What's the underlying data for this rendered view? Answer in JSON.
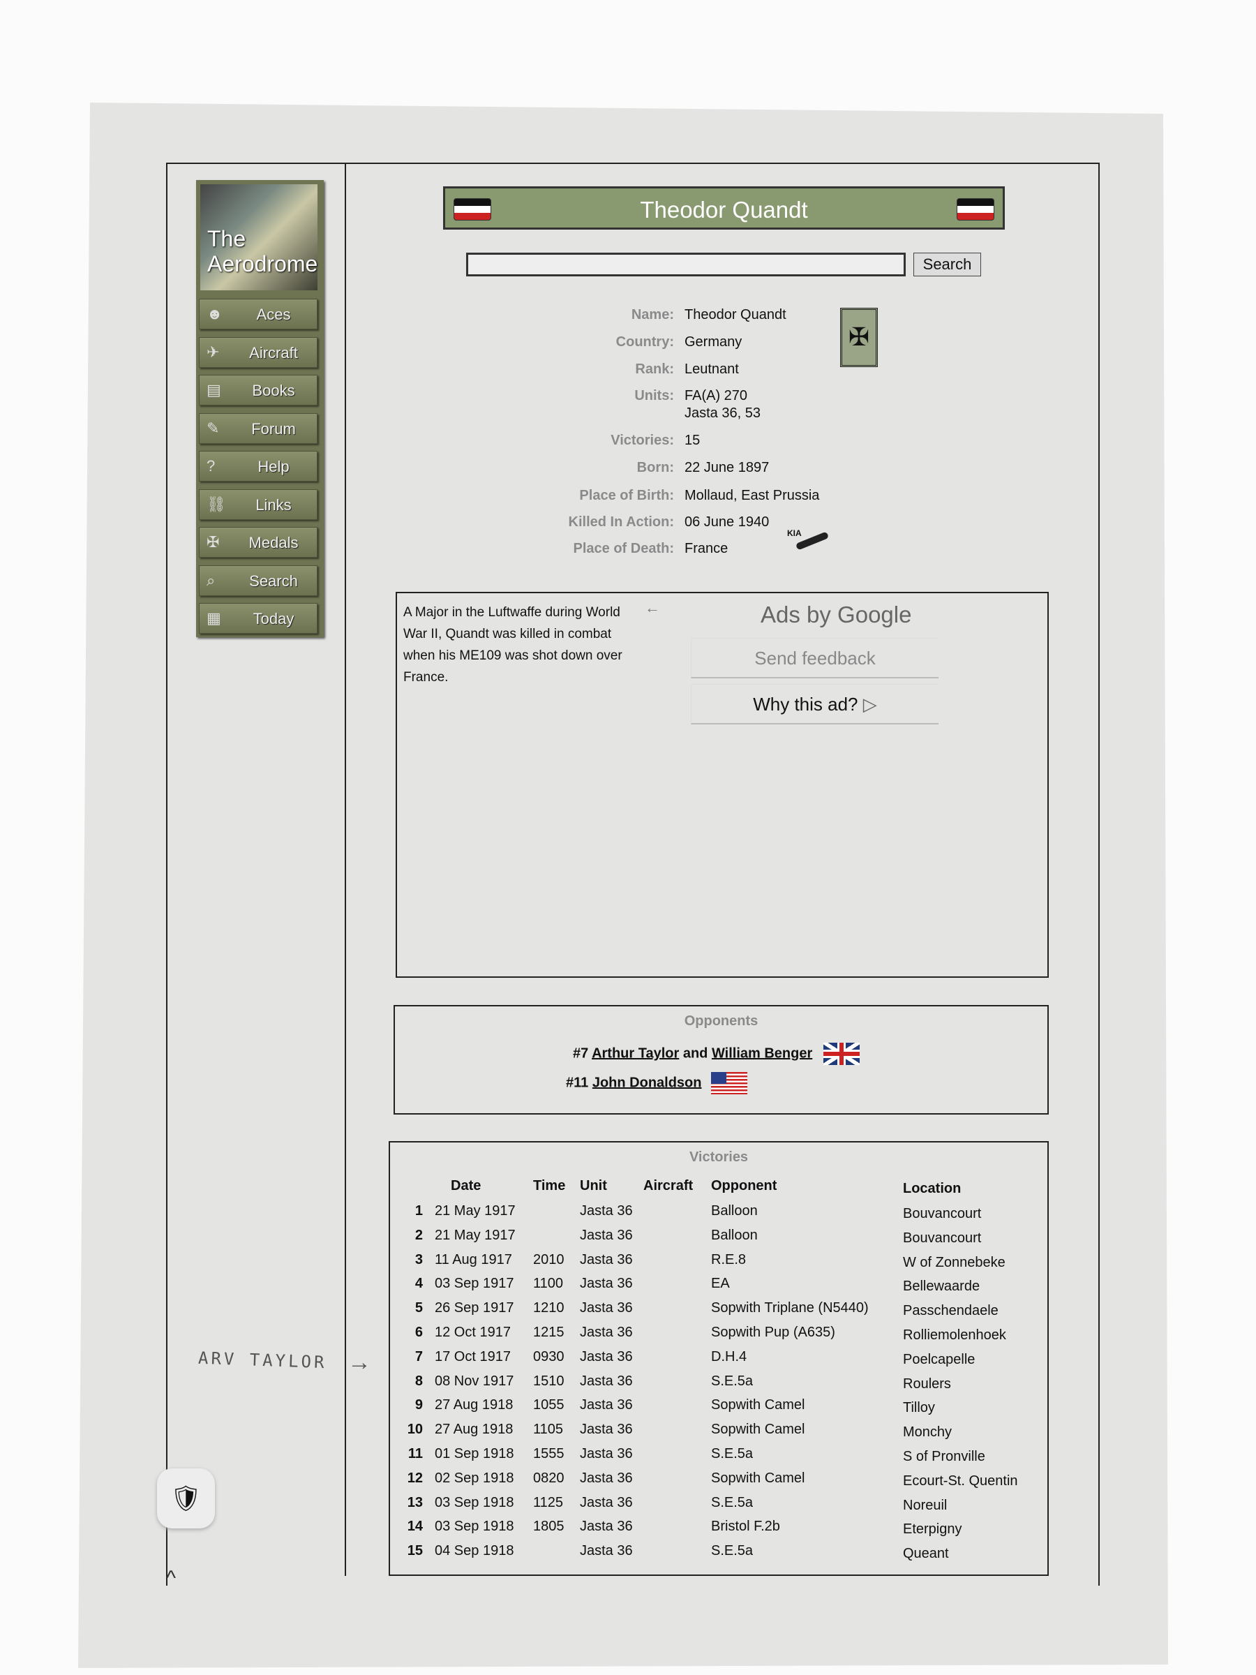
{
  "sidebar": {
    "logo": "The Aerodrome",
    "items": [
      {
        "label": "Aces",
        "icon": "pilot-icon",
        "glyph": "☻"
      },
      {
        "label": "Aircraft",
        "icon": "airplane-icon",
        "glyph": "✈"
      },
      {
        "label": "Books",
        "icon": "book-icon",
        "glyph": "▤"
      },
      {
        "label": "Forum",
        "icon": "pen-icon",
        "glyph": "✎"
      },
      {
        "label": "Help",
        "icon": "help-icon",
        "glyph": "?"
      },
      {
        "label": "Links",
        "icon": "chain-link-icon",
        "glyph": "⛓"
      },
      {
        "label": "Medals",
        "icon": "medal-icon",
        "glyph": "✠"
      },
      {
        "label": "Search",
        "icon": "magnifier-icon",
        "glyph": "⌕"
      },
      {
        "label": "Today",
        "icon": "calendar-icon",
        "glyph": "▦"
      }
    ]
  },
  "header": {
    "title": "Theodor Quandt"
  },
  "search": {
    "value": "",
    "button": "Search"
  },
  "profile": [
    {
      "label": "Name:",
      "value": "Theodor Quandt"
    },
    {
      "label": "Country:",
      "value": "Germany"
    },
    {
      "label": "Rank:",
      "value": "Leutnant"
    },
    {
      "label": "Units:",
      "value": "FA(A) 270",
      "value2": "Jasta 36, 53"
    },
    {
      "label": "Victories:",
      "value": "15"
    },
    {
      "label": "Born:",
      "value": "22 June 1897"
    },
    {
      "label": "Place of Birth:",
      "value": "Mollaud, East Prussia"
    },
    {
      "label": "Killed In Action:",
      "value": "06 June 1940"
    },
    {
      "label": "Place of Death:",
      "value": "France"
    }
  ],
  "kia_badge": "KIA",
  "bio": "A Major in the Luftwaffe during World War II, Quandt was killed in combat when his ME109 was shot down over France.",
  "ads": {
    "title": "Ads by Google",
    "feedback": "Send feedback",
    "why": "Why this ad?"
  },
  "opponents": {
    "title": "Opponents",
    "rows": [
      {
        "num": "#7",
        "names": [
          "Arthur Taylor",
          "William Benger"
        ],
        "joiner": "and",
        "flag": "uk"
      },
      {
        "num": "#11",
        "names": [
          "John Donaldson"
        ],
        "flag": "us"
      }
    ]
  },
  "victories": {
    "title": "Victories",
    "columns": [
      "Date",
      "Time",
      "Unit",
      "Aircraft",
      "Opponent",
      "Location"
    ],
    "rows": [
      [
        "1",
        "21 May 1917",
        "",
        "Jasta 36",
        "",
        "Balloon",
        "Bouvancourt"
      ],
      [
        "2",
        "21 May 1917",
        "",
        "Jasta 36",
        "",
        "Balloon",
        "Bouvancourt"
      ],
      [
        "3",
        "11 Aug 1917",
        "2010",
        "Jasta 36",
        "",
        "R.E.8",
        "W of Zonnebeke"
      ],
      [
        "4",
        "03 Sep 1917",
        "1100",
        "Jasta 36",
        "",
        "EA",
        "Bellewaarde"
      ],
      [
        "5",
        "26 Sep 1917",
        "1210",
        "Jasta 36",
        "",
        "Sopwith Triplane (N5440)",
        "Passchendaele"
      ],
      [
        "6",
        "12 Oct 1917",
        "1215",
        "Jasta 36",
        "",
        "Sopwith Pup (A635)",
        "Rolliemolenhoek"
      ],
      [
        "7",
        "17 Oct 1917",
        "0930",
        "Jasta 36",
        "",
        "D.H.4",
        "Poelcapelle"
      ],
      [
        "8",
        "08 Nov 1917",
        "1510",
        "Jasta 36",
        "",
        "S.E.5a",
        "Roulers"
      ],
      [
        "9",
        "27 Aug 1918",
        "1055",
        "Jasta 36",
        "",
        "Sopwith Camel",
        "Tilloy"
      ],
      [
        "10",
        "27 Aug 1918",
        "1105",
        "Jasta 36",
        "",
        "Sopwith Camel",
        "Monchy"
      ],
      [
        "11",
        "01 Sep 1918",
        "1555",
        "Jasta 36",
        "",
        "S.E.5a",
        "S of Pronville"
      ],
      [
        "12",
        "02 Sep 1918",
        "0820",
        "Jasta 36",
        "",
        "Sopwith Camel",
        "Ecourt-St. Quentin"
      ],
      [
        "13",
        "03 Sep 1918",
        "1125",
        "Jasta 36",
        "",
        "S.E.5a",
        "Noreuil"
      ],
      [
        "14",
        "03 Sep 1918",
        "1805",
        "Jasta 36",
        "",
        "Bristol F.2b",
        "Eterpigny"
      ],
      [
        "15",
        "04 Sep 1918",
        "",
        "Jasta 36",
        "",
        "S.E.5a",
        "Queant"
      ]
    ]
  },
  "handwritten_note": "ARV TAYLOR"
}
